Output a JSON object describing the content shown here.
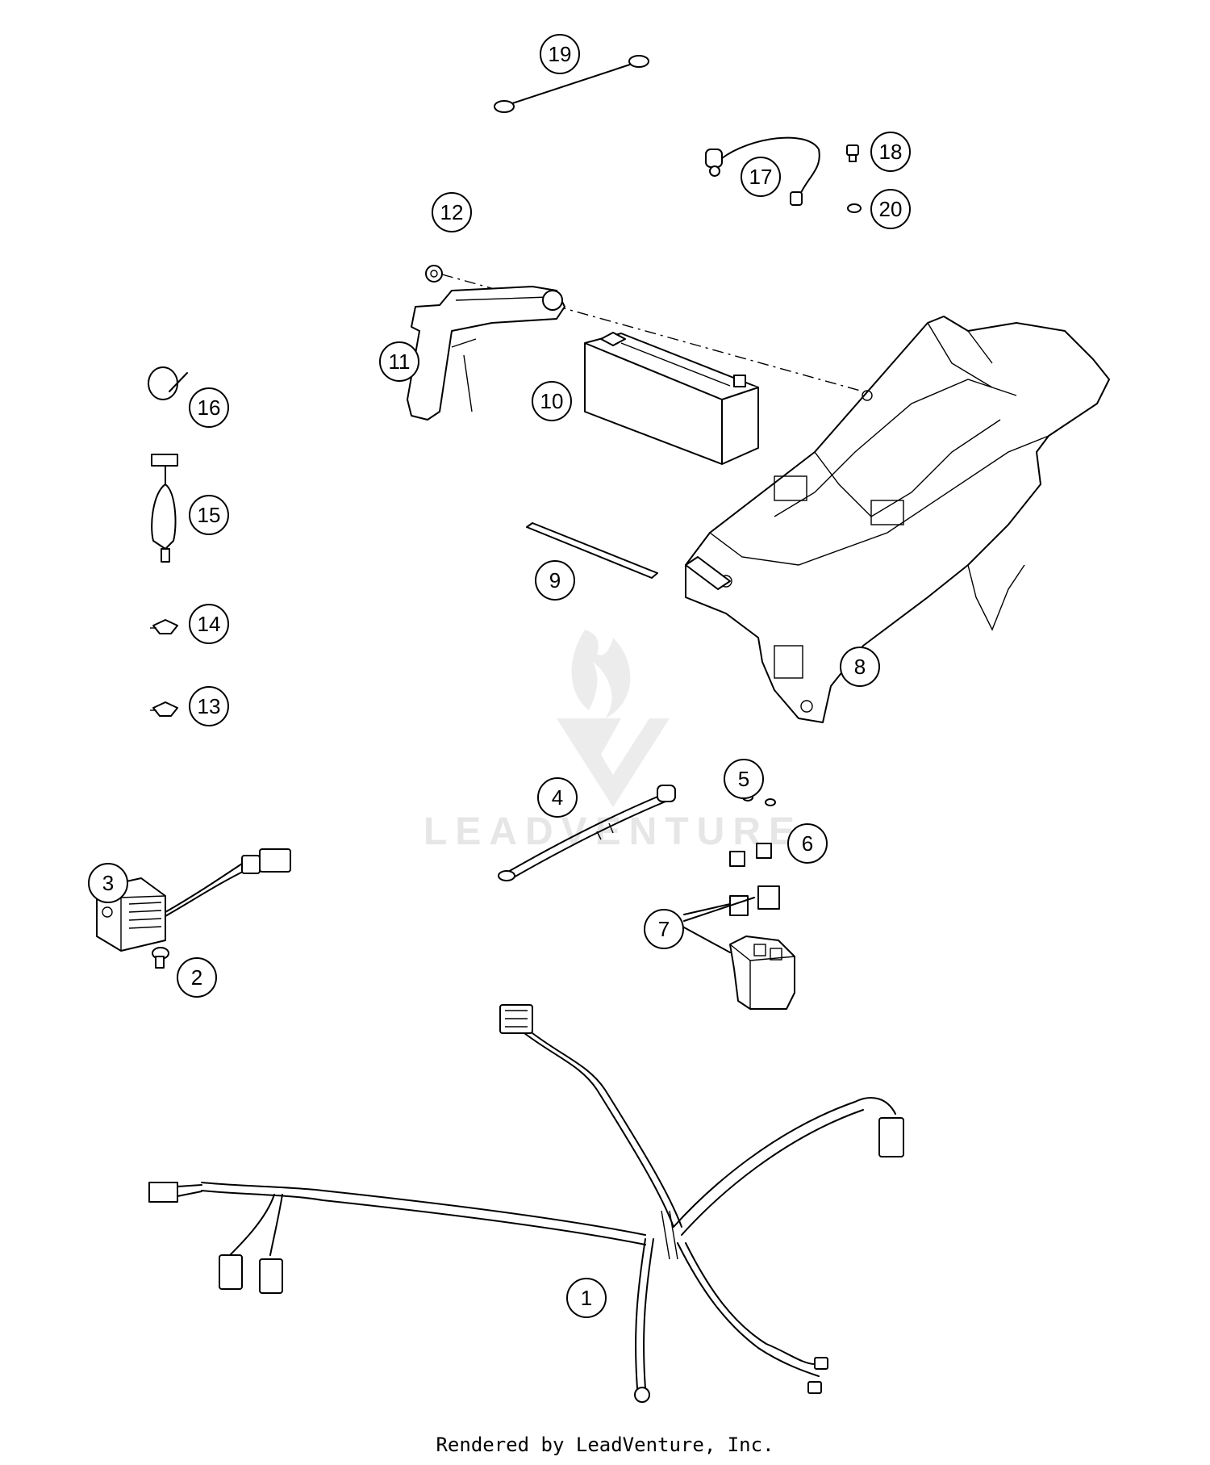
{
  "callouts": [
    {
      "id": "1",
      "label": "1"
    },
    {
      "id": "2",
      "label": "2"
    },
    {
      "id": "3",
      "label": "3"
    },
    {
      "id": "4",
      "label": "4"
    },
    {
      "id": "5",
      "label": "5"
    },
    {
      "id": "6",
      "label": "6"
    },
    {
      "id": "7",
      "label": "7"
    },
    {
      "id": "8",
      "label": "8"
    },
    {
      "id": "9",
      "label": "9"
    },
    {
      "id": "10",
      "label": "10"
    },
    {
      "id": "11",
      "label": "11"
    },
    {
      "id": "12",
      "label": "12"
    },
    {
      "id": "13",
      "label": "13"
    },
    {
      "id": "14",
      "label": "14"
    },
    {
      "id": "15",
      "label": "15"
    },
    {
      "id": "16",
      "label": "16"
    },
    {
      "id": "17",
      "label": "17"
    },
    {
      "id": "18",
      "label": "18"
    },
    {
      "id": "19",
      "label": "19"
    },
    {
      "id": "20",
      "label": "20"
    }
  ],
  "watermark": {
    "text": "LEADVENTURE"
  },
  "footer": {
    "text": "Rendered by LeadVenture, Inc."
  }
}
